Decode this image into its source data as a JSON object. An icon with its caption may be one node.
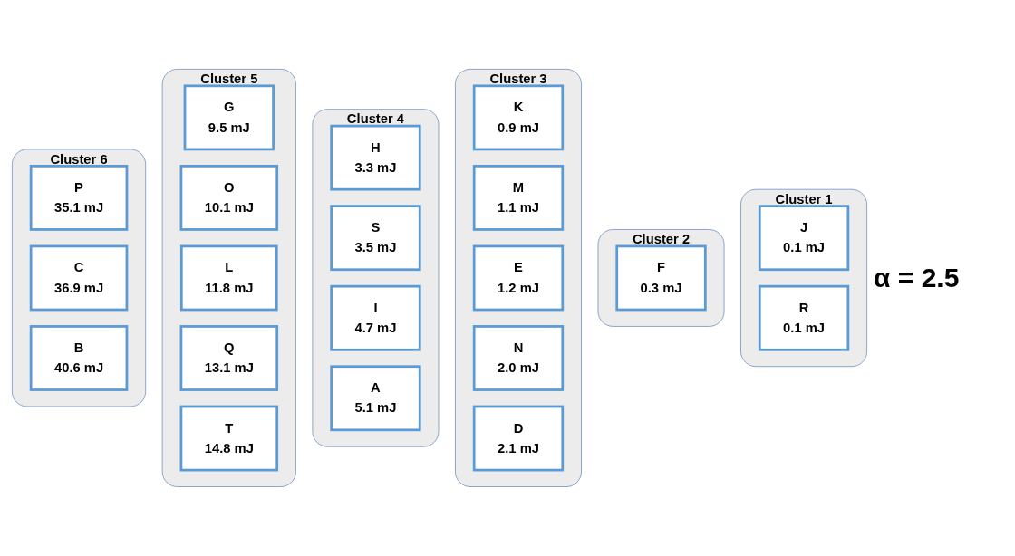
{
  "diagram": {
    "nodes": [
      {
        "text": [
          "Cluster 1"
        ]
      },
      {
        "text": [
          "J",
          "0.1 mJ"
        ],
        "in": 0
      },
      {
        "text": [
          "R",
          "0.1 mJ"
        ],
        "in": 0
      },
      {
        "text": [
          "Cluster 2"
        ]
      },
      {
        "text": [
          "F",
          "0.3 mJ"
        ],
        "in": 3
      },
      {
        "text": [
          "Cluster 3"
        ]
      },
      {
        "text": [
          "K",
          "0.9 mJ"
        ],
        "in": 5
      },
      {
        "text": [
          "M",
          "1.1 mJ"
        ],
        "in": 5
      },
      {
        "text": [
          "E",
          "1.2 mJ"
        ],
        "in": 5
      },
      {
        "text": [
          "N",
          "2.0 mJ"
        ],
        "in": 5
      },
      {
        "text": [
          "D",
          "2.1 mJ"
        ],
        "in": 5
      },
      {
        "text": [
          "Cluster 4"
        ]
      },
      {
        "text": [
          "H",
          "3.3 mJ"
        ],
        "in": 11
      },
      {
        "text": [
          "S",
          "3.5 mJ"
        ],
        "in": 11
      },
      {
        "text": [
          "I",
          "4.7 mJ"
        ],
        "in": 11
      },
      {
        "text": [
          "A",
          "5.1 mJ"
        ],
        "in": 11
      },
      {
        "text": [
          "Cluster 5"
        ]
      },
      {
        "text": [
          "G",
          "9.5 mJ"
        ],
        "in": 16
      },
      {
        "text": [
          "O",
          "10.1 mJ"
        ],
        "in": 16
      },
      {
        "text": [
          "L",
          "11.8 mJ"
        ],
        "in": 16
      },
      {
        "text": [
          "Q",
          "13.1 mJ"
        ],
        "in": 16
      },
      {
        "text": [
          "T",
          "14.8 mJ"
        ],
        "in": 16
      },
      {
        "text": [
          "Cluster 6"
        ]
      },
      {
        "text": [
          "P",
          "35.1 mJ"
        ],
        "in": 22
      },
      {
        "text": [
          "C",
          "36.9 mJ"
        ],
        "in": 22
      },
      {
        "text": [
          "B",
          "40.6 mJ"
        ],
        "in": 22
      }
    ],
    "edges": [],
    "labels": [
      "α = 2.5"
    ]
  }
}
